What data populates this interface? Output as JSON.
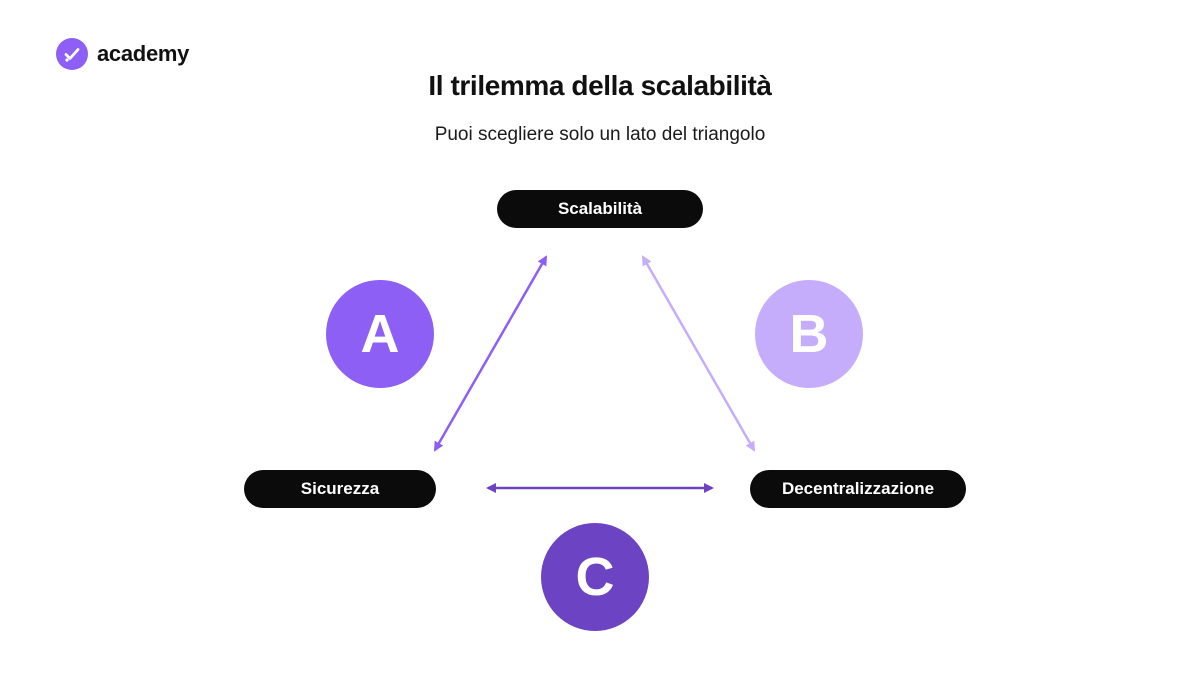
{
  "brand": {
    "name": "academy",
    "icon": "checkmark-icon",
    "color": "#8d5ff5"
  },
  "title": "Il trilemma della scalabilità",
  "subtitle": "Puoi scegliere solo un lato del triangolo",
  "nodes": {
    "top": "Scalabilità",
    "left": "Sicurezza",
    "right": "Decentralizzazione"
  },
  "sides": [
    {
      "letter": "A",
      "connects": [
        "Scalabilità",
        "Sicurezza"
      ],
      "color": "#8d5ff5"
    },
    {
      "letter": "B",
      "connects": [
        "Scalabilità",
        "Decentralizzazione"
      ],
      "color": "#c6adfb"
    },
    {
      "letter": "C",
      "connects": [
        "Sicurezza",
        "Decentralizzazione"
      ],
      "color": "#6c44c3"
    }
  ]
}
